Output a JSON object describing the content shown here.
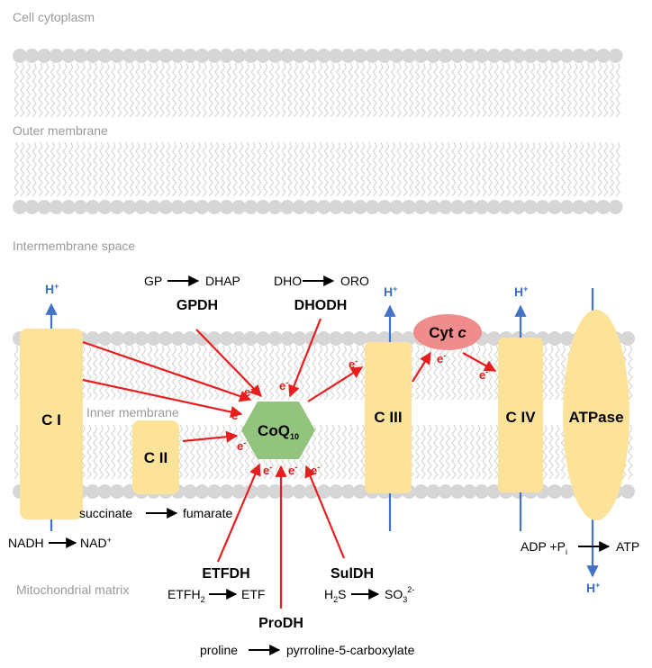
{
  "regions": {
    "cytoplasm": "Cell cytoplasm",
    "outer_membrane": "Outer  membrane",
    "intermembrane": "Intermembrane space",
    "inner_membrane": "Inner   membrane",
    "matrix": "Mitochondrial matrix"
  },
  "complexes": {
    "c1": "C I",
    "c2": "C II",
    "c3": "C III",
    "c4": "C IV",
    "atpase": "ATPase",
    "cytc": "Cyt",
    "cytc_italic": "c",
    "coq": "CoQ",
    "coq_sub": "10"
  },
  "enzymes": {
    "gpdh": "GPDH",
    "dhodh": "DHODH",
    "etfdh": "ETFDH",
    "suldh": "SulDH",
    "prodh": "ProDH"
  },
  "reactions": {
    "gp": "GP",
    "dhap": "DHAP",
    "dho": "DHO",
    "oro": "ORO",
    "succinate": "succinate",
    "fumarate": "fumarate",
    "nadh": "NADH",
    "nad": "NAD",
    "nad_sup": "+",
    "etfh2": "ETFH",
    "etfh2_sub": "2",
    "etf": "ETF",
    "h2s": "H",
    "h2s_sub": "2",
    "h2s_tail": "S",
    "so3": "SO",
    "so3_sub": "3",
    "so3_sup": "2-",
    "adp": "ADP +P",
    "adp_sub": "i",
    "atp": "ATP",
    "proline": "proline",
    "p5c": "pyrroline-5-carboxylate"
  },
  "labels": {
    "proton": "H",
    "proton_sup": "+",
    "electron": "e",
    "electron_sup": "-"
  },
  "colors": {
    "complex_fill": "#fde39a",
    "coq_fill": "#93c47d",
    "cytc_fill": "#f08c8c",
    "arrow_red": "#e81e1e",
    "proton_blue": "#4472c4",
    "membrane_grey": "#d6d6d6"
  }
}
